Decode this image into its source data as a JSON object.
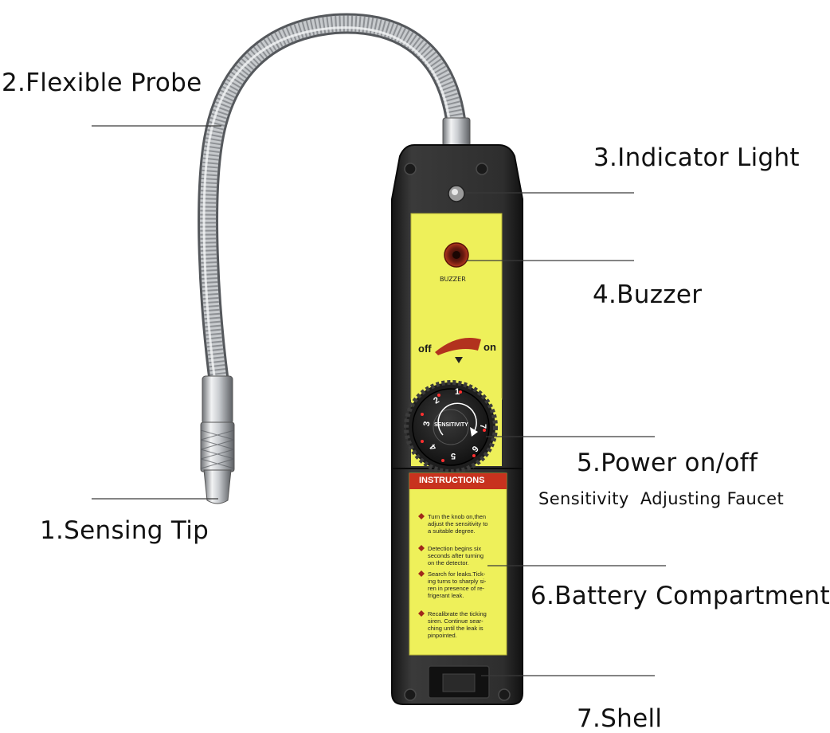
{
  "callouts": {
    "probe": "2.Flexible Probe",
    "indicator": "3.Indicator Light",
    "buzzer": "4.Buzzer",
    "power": "5.Power on/off",
    "sensitivity": "Sensitivity  Adjusting Faucet",
    "tip": "1.Sensing Tip",
    "battery": "6.Battery Compartment",
    "shell": "7.Shell"
  },
  "device": {
    "buzzer_label": "BUZZER",
    "off_label": "off",
    "on_label": "on",
    "dial_label": "SENSITIVITY",
    "dial_numbers": [
      "1",
      "2",
      "3",
      "4",
      "5",
      "6",
      "7"
    ],
    "instructions_title": "INSTRUCTIONS",
    "instructions": [
      [
        "Turn the knob on,then",
        "adjust the sensitivity to",
        "a suitable degree."
      ],
      [
        "Detection begins six",
        "seconds after turning",
        "on the detector."
      ],
      [
        "Search for leaks.Tick-",
        "ing turns to sharply si-",
        "ren in presence of re-",
        "frigerant leak."
      ],
      [
        "Recalibrate the ticking",
        "siren. Continue sear-",
        "ching until the leak is",
        "pinpointed."
      ]
    ]
  },
  "colors": {
    "body": "#2b2b2b",
    "panel": "#eef05a",
    "instructions_header": "#c8321e",
    "metal": "#b9bcbf"
  }
}
